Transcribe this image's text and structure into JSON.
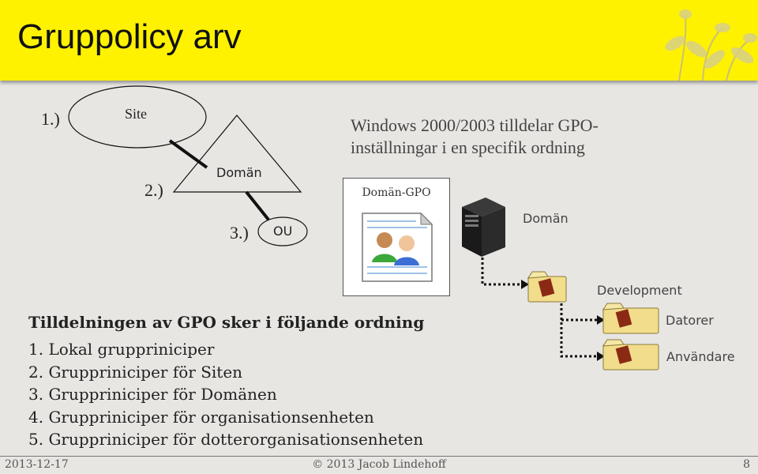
{
  "slide": {
    "title": "Gruppolicy arv"
  },
  "hierarchy": {
    "step1": "1.)",
    "site": "Site",
    "step2": "2.)",
    "domain": "Domän",
    "step3": "3.)",
    "ou": "OU"
  },
  "description": {
    "line1": "Windows 2000/2003 tilldelar GPO-",
    "line2": "inställningar i en specifik ordning"
  },
  "gpo": {
    "label": "Domän-GPO"
  },
  "tree": {
    "server_label": "Domän",
    "development": "Development",
    "datorer": "Datorer",
    "anvandare": "Användare"
  },
  "order": {
    "title": "Tilldelningen av GPO sker i följande ordning",
    "items": [
      "1.  Lokal gruppriniciper",
      "2.  Gruppriniciper för Siten",
      "3.  Gruppriniciper för Domänen",
      "4.  Gruppriniciper för organisationsenheten",
      "5.  Gruppriniciper för dotterorganisationsenheten"
    ]
  },
  "footer": {
    "date": "2013-12-17",
    "copyright": "© 2013 Jacob Lindehoff",
    "page": "8"
  },
  "colors": {
    "header_bg": "#fef200",
    "slide_bg": "#e8e6e3"
  }
}
